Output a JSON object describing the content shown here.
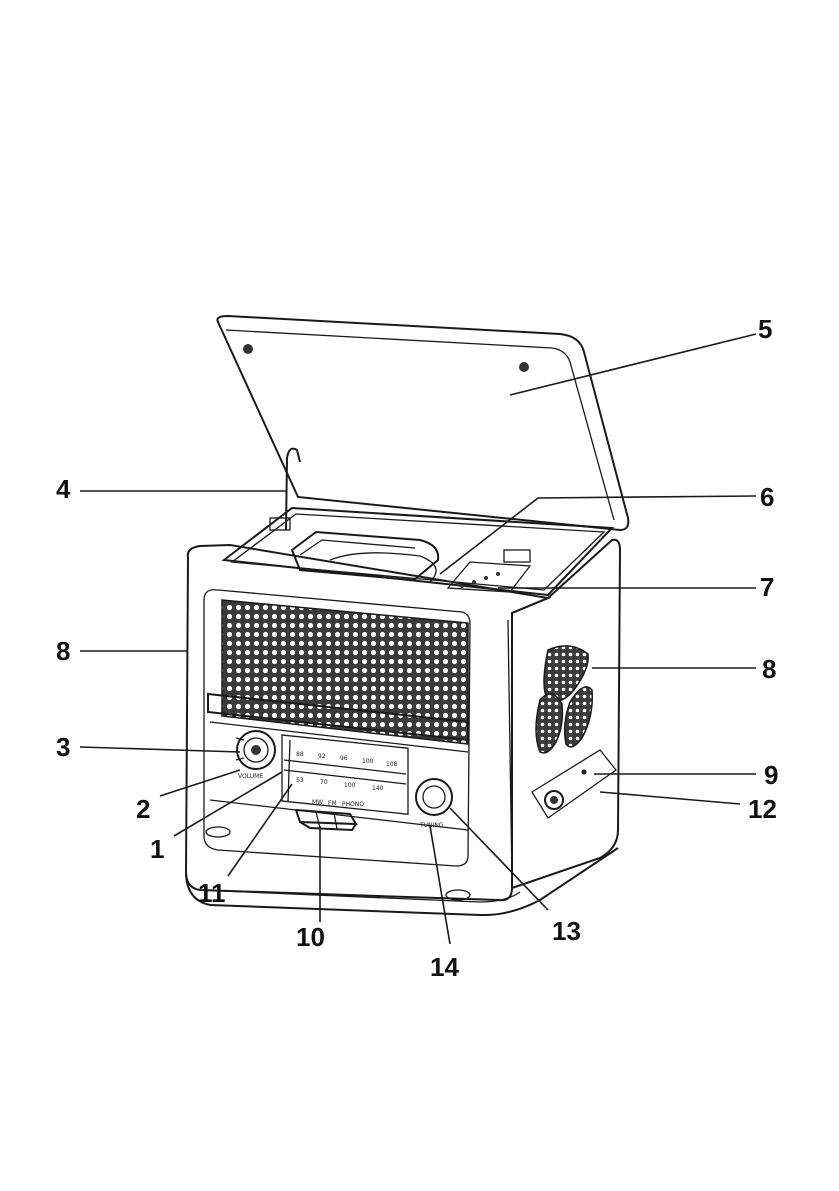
{
  "callouts": [
    "1",
    "2",
    "3",
    "4",
    "5",
    "6",
    "7",
    "8",
    "8",
    "9",
    "10",
    "11",
    "12",
    "13",
    "14"
  ],
  "labels": {
    "volume": "VOLUME",
    "tuning": "TUNING",
    "bands": [
      "MW",
      "FM",
      "PHONO"
    ]
  },
  "icons": [
    "speaker-grille",
    "volume-knob",
    "tuning-knob",
    "turntable-arm",
    "band-selector"
  ]
}
